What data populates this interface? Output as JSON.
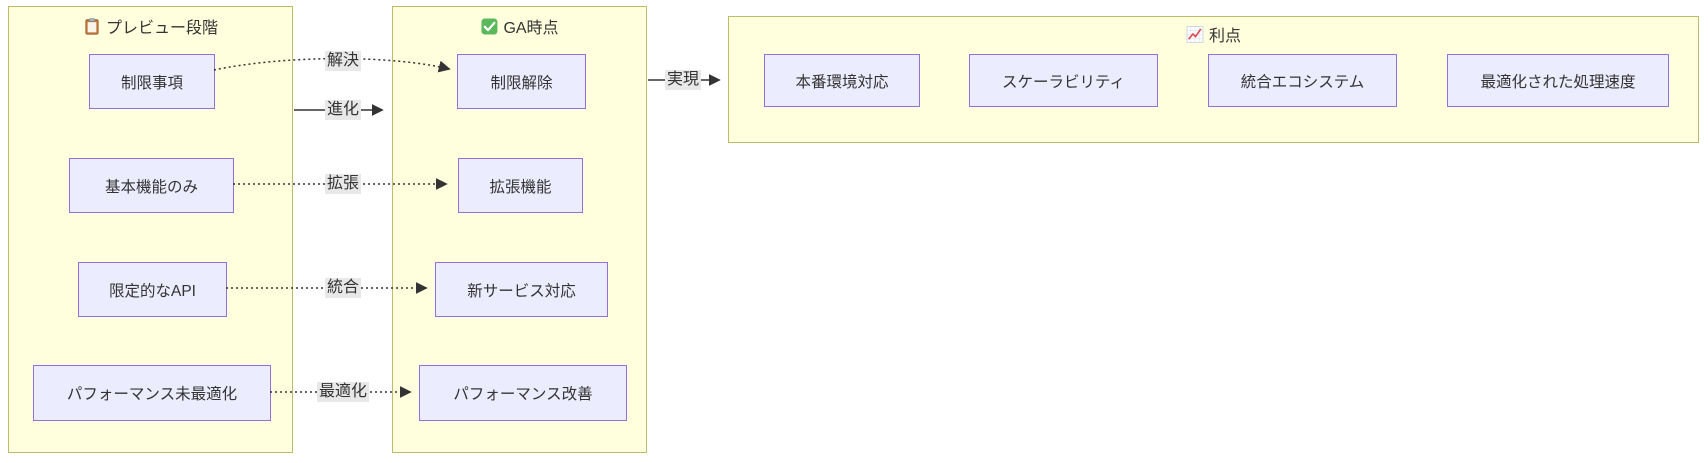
{
  "diagram": {
    "type": "flowchart-lr",
    "groups": [
      {
        "title": "プレビュー段階",
        "icon": "clipboard-icon",
        "nodes": [
          "制限事項",
          "基本機能のみ",
          "限定的なAPI",
          "パフォーマンス未最適化"
        ]
      },
      {
        "title": "GA時点",
        "icon": "check-mark-icon",
        "nodes": [
          "制限解除",
          "拡張機能",
          "新サービス対応",
          "パフォーマンス改善"
        ]
      },
      {
        "title": "利点",
        "icon": "chart-increasing-icon",
        "nodes": [
          "本番環境対応",
          "スケーラビリティ",
          "統合エコシステム",
          "最適化された処理速度"
        ]
      }
    ],
    "edges": [
      {
        "from": "制限事項",
        "to": "制限解除",
        "label": "解決",
        "style": "dotted"
      },
      {
        "from": "プレビュー段階",
        "to": "GA時点",
        "label": "進化",
        "style": "solid"
      },
      {
        "from": "基本機能のみ",
        "to": "拡張機能",
        "label": "拡張",
        "style": "dotted"
      },
      {
        "from": "限定的なAPI",
        "to": "新サービス対応",
        "label": "統合",
        "style": "dotted"
      },
      {
        "from": "パフォーマンス未最適化",
        "to": "パフォーマンス改善",
        "label": "最適化",
        "style": "dotted"
      },
      {
        "from": "GA時点",
        "to": "利点",
        "label": "実現",
        "style": "solid"
      }
    ]
  },
  "colors": {
    "group_fill": "#ffffde",
    "group_border": "#bcbc6a",
    "node_fill": "#ececff",
    "node_border": "#9370db",
    "edge_color": "#333333",
    "label_bg": "#e8e8e8",
    "text_color": "#333333",
    "canvas_bg": "#ffffff",
    "icon_clipboard": "#c1793f",
    "icon_check": "#5cb85c",
    "icon_chart_line": "#e0474c"
  }
}
